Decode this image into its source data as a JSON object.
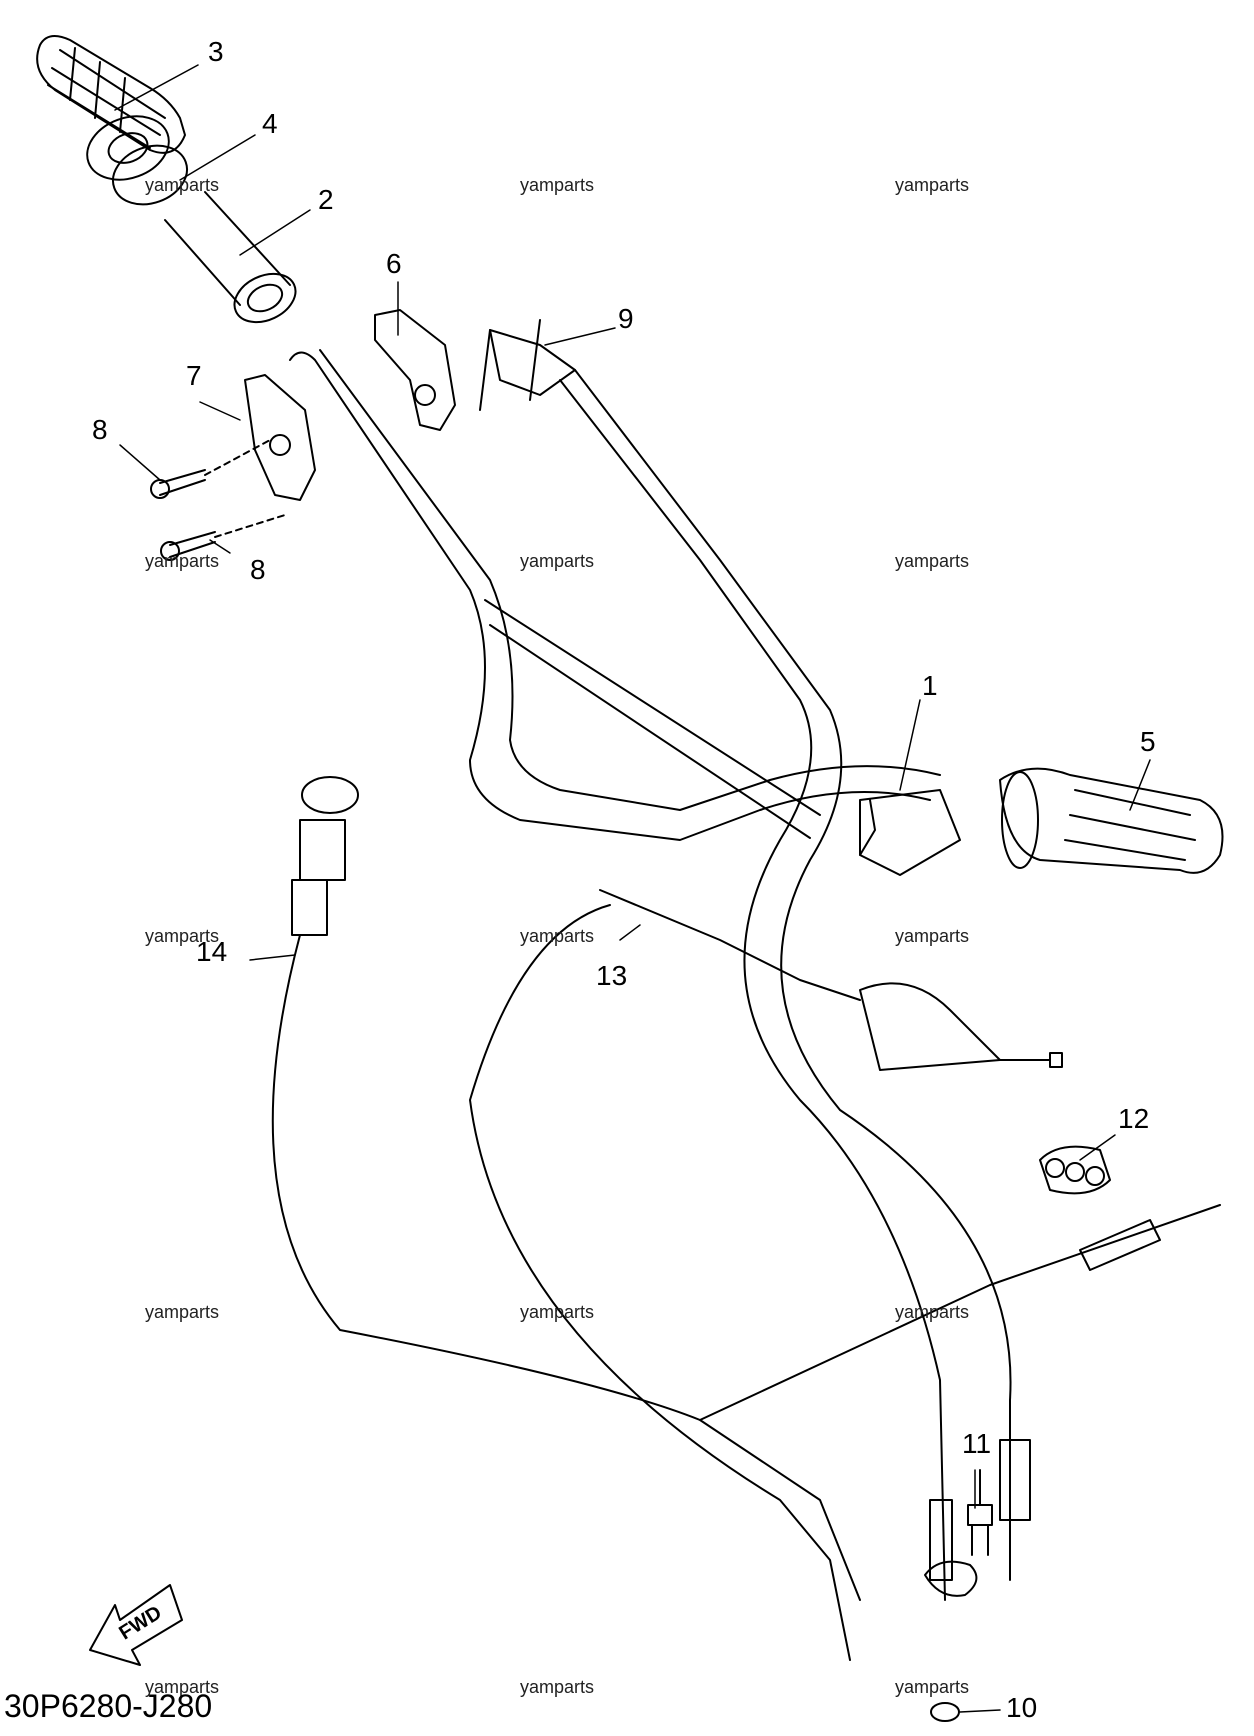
{
  "diagram": {
    "code": "30P6280-J280",
    "direction": "FWD",
    "watermark": "yamparts",
    "callouts": [
      "1",
      "2",
      "3",
      "4",
      "5",
      "6",
      "7",
      "8",
      "8",
      "9",
      "10",
      "11",
      "12",
      "13",
      "14"
    ],
    "colors": {
      "ink": "#000000",
      "paper": "#ffffff"
    }
  }
}
